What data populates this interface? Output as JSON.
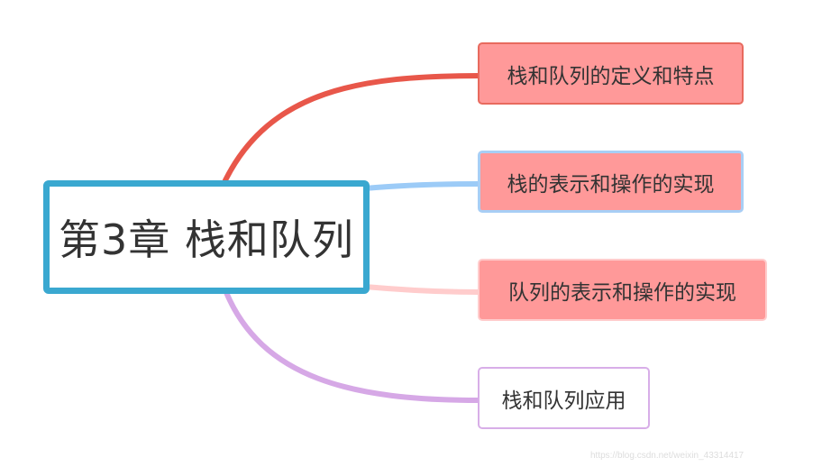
{
  "root": {
    "label": "第3章 栈和队列",
    "border_color": "#3aa8d0"
  },
  "topics": [
    {
      "label": "栈和队列的定义和特点",
      "fill": "#ff9999",
      "border": "#e86a5e",
      "line_color": "#e8574a"
    },
    {
      "label": "栈的表示和操作的实现",
      "fill": "#ff9999",
      "border": "#a8cef5",
      "line_color": "#9ccbf7"
    },
    {
      "label": "队列的表示和操作的实现",
      "fill": "#ff9999",
      "border": "#ffcccc",
      "line_color": "#ffcccc"
    },
    {
      "label": "栈和队列应用",
      "fill": "#ffffff",
      "border": "#d8aee8",
      "line_color": "#d6a8e6"
    }
  ],
  "watermark": "https://blog.csdn.net/weixin_43314417"
}
